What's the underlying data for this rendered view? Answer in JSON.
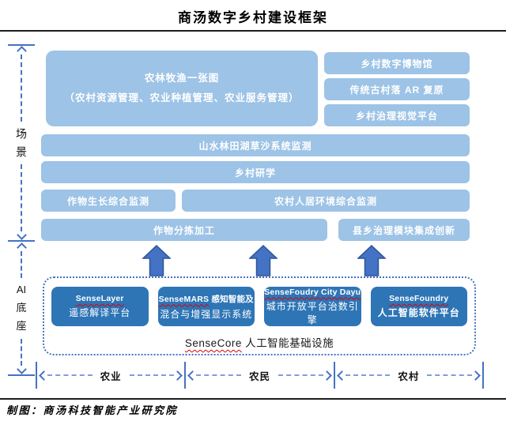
{
  "title": "商汤数字乡村建设框架",
  "caption": "制图：商汤科技智能产业研究院",
  "colors": {
    "light_blue_box": "#9DC3E6",
    "dark_blue_box": "#2E75B6",
    "arrow_fill": "#4472C4",
    "arrow_border": "#2F5597",
    "spellcheck_squiggle": "#E00000",
    "text_on_blue": "#FFFFFF"
  },
  "left_rail": {
    "scene_label": "场景",
    "ai_base_lines": [
      "AI",
      "底",
      "座"
    ]
  },
  "scene": {
    "main_box_line1": "农林牧渔一张图",
    "main_box_line2": "（农村资源管理、农业种植管理、农业服务管理）",
    "right_boxes": [
      "乡村数字博物馆",
      "传统古村落 AR 复原",
      "乡村治理视觉平台"
    ],
    "full_row_1": "山水林田湖草沙系统监测",
    "full_row_2": "乡村研学",
    "row3_left": "作物生长综合监测",
    "row3_right": "农村人居环境综合监测",
    "row4_left": "作物分拣加工",
    "row4_right": "县乡治理模块集成创新"
  },
  "ai_base": {
    "boxes": [
      {
        "brand": "SenseLayer",
        "brand_suffix": "",
        "line2": "遥感解译平台"
      },
      {
        "brand": "SenseMARS",
        "brand_suffix": " 感知智能及",
        "line2": "混合与增强显示系统"
      },
      {
        "brand": "SenseFoudry City Dayu",
        "brand_suffix": "",
        "line2": "城市开放平台治数引擎"
      },
      {
        "brand": "SenseFoundry",
        "brand_suffix": "",
        "line2": "人工智能软件平台"
      }
    ],
    "foundation_brand": "SenseCore",
    "foundation_rest": " 人工智能基础设施"
  },
  "axis": {
    "segments": [
      "农业",
      "农民",
      "农村"
    ]
  }
}
